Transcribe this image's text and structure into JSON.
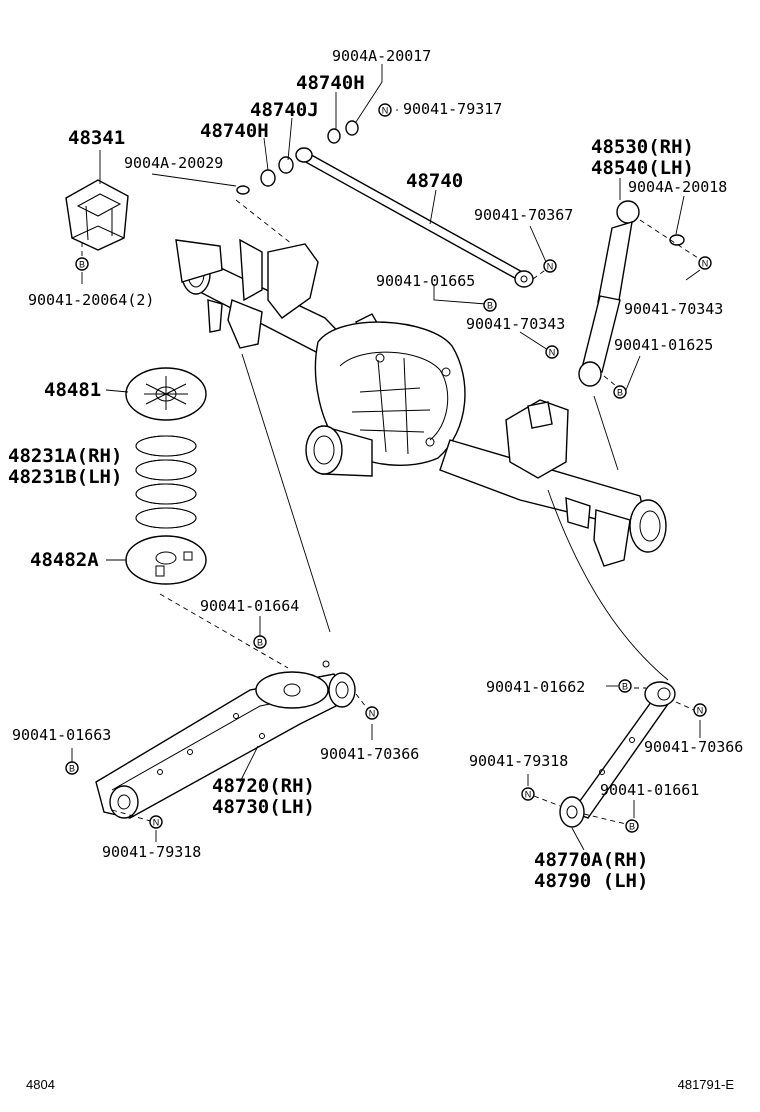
{
  "labels": {
    "l1": "9004A-20017",
    "l2": "48740H",
    "l3": "90041-79317",
    "l4": "48740J",
    "l5": "48740H",
    "l6": "48341",
    "l7": "9004A-20029",
    "l8": "48530(RH)",
    "l9": "48540(LH)",
    "l10": "48740",
    "l11": "9004A-20018",
    "l12": "90041-70367",
    "l13": "90041-01665",
    "l14": "90041-20064(2)",
    "l15": "90041-70343",
    "l16": "90041-70343",
    "l17": "90041-01625",
    "l18": "48481",
    "l19": "48231A(RH)",
    "l20": "48231B(LH)",
    "l21": "48482A",
    "l22": "90041-01664",
    "l23": "90041-01662",
    "l24": "90041-01663",
    "l25": "90041-70366",
    "l26": "90041-70366",
    "l27": "90041-79318",
    "l28": "48720(RH)",
    "l29": "48730(LH)",
    "l30": "90041-01661",
    "l31": "90041-79318",
    "l32": "48770A(RH)",
    "l33": "48790 (LH)"
  },
  "badges": {
    "bolt": "B",
    "nut": "N"
  },
  "footer": {
    "left": "4804",
    "right": "481791-E"
  }
}
